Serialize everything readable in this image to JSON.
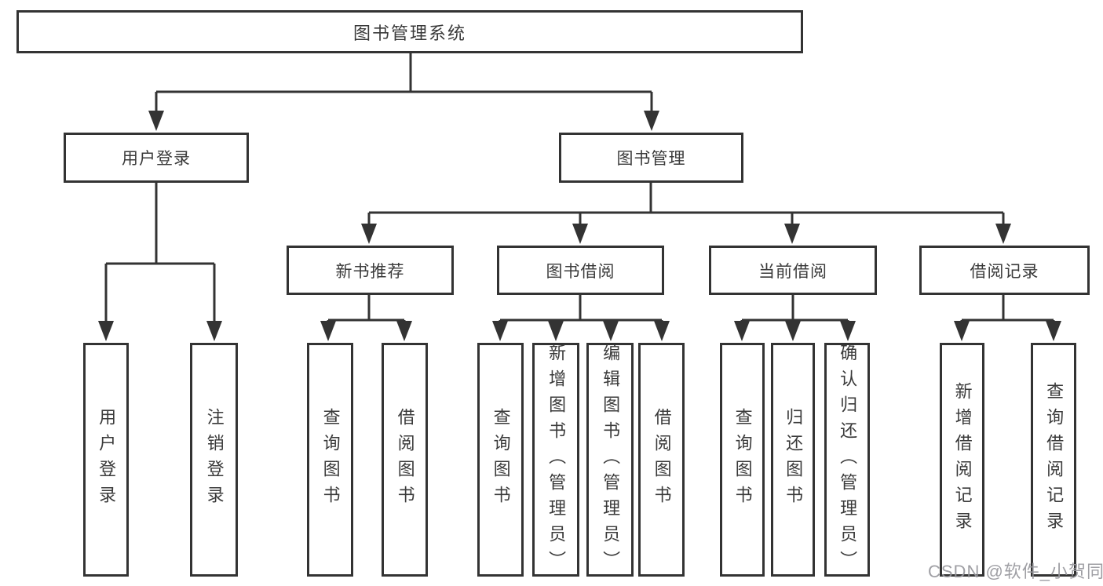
{
  "diagram": {
    "root": {
      "label": "图书管理系统"
    },
    "level2": [
      {
        "label": "用户登录"
      },
      {
        "label": "图书管理"
      }
    ],
    "level3": [
      {
        "label": "新书推荐"
      },
      {
        "label": "图书借阅"
      },
      {
        "label": "当前借阅"
      },
      {
        "label": "借阅记录"
      }
    ],
    "leaves": [
      {
        "label": "用户登录"
      },
      {
        "label": "注销登录"
      },
      {
        "label": "查询图书"
      },
      {
        "label": "借阅图书"
      },
      {
        "label": "查询图书"
      },
      {
        "label": "新增图书（管理员）"
      },
      {
        "label": "编辑图书（管理员）"
      },
      {
        "label": "借阅图书"
      },
      {
        "label": "查询图书"
      },
      {
        "label": "归还图书"
      },
      {
        "label": "确认归还（管理员）"
      },
      {
        "label": "新增借阅记录"
      },
      {
        "label": "查询借阅记录"
      }
    ],
    "colors": {
      "line": "#333333",
      "text": "#3a3a3a",
      "background": "#ffffff",
      "watermark": "#97979d"
    }
  },
  "watermark": {
    "text": "CSDN @软件_小贺同学"
  }
}
